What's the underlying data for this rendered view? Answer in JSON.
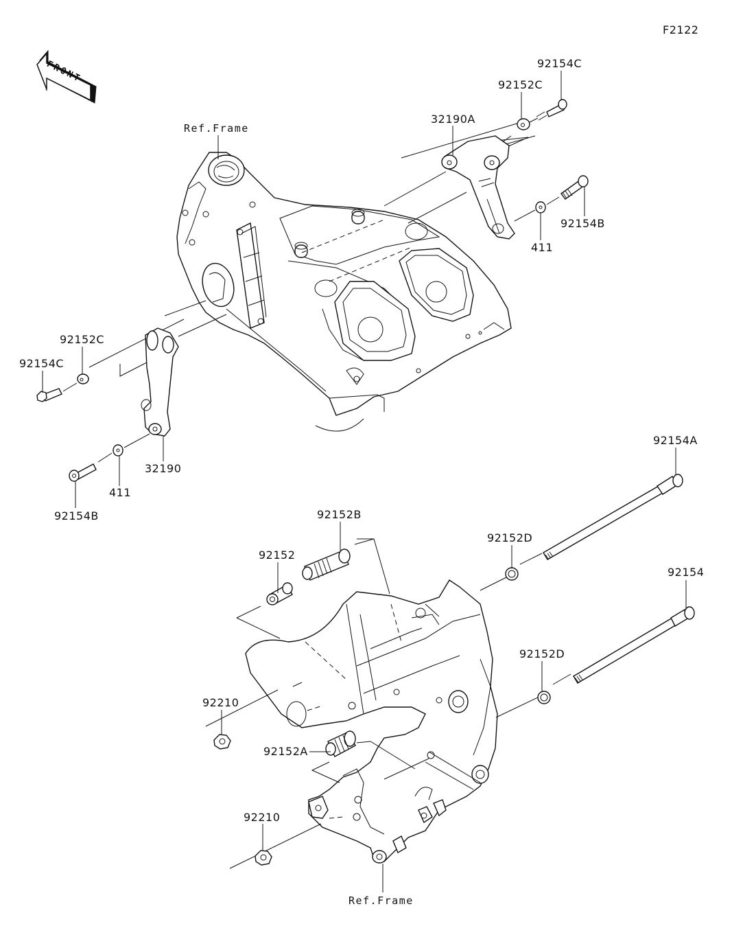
{
  "diagram": {
    "figure_id": "F2122",
    "front_indicator": "FRONT",
    "labels": {
      "ref_frame_top": "Ref.Frame",
      "ref_frame_bottom": "Ref.Frame",
      "p92154C_top": "92154C",
      "p92152C_top": "92152C",
      "p32190A": "32190A",
      "p92154B_right": "92154B",
      "p411_right": "411",
      "p92152C_left": "92152C",
      "p92154C_left": "92154C",
      "p32190": "32190",
      "p411_left": "411",
      "p92154B_left": "92154B",
      "p92154A": "92154A",
      "p92152B": "92152B",
      "p92152": "92152",
      "p92152D_upper": "92152D",
      "p92154": "92154",
      "p92152D_lower": "92152D",
      "p92210_upper": "92210",
      "p92152A": "92152A",
      "p92210_lower": "92210"
    }
  }
}
